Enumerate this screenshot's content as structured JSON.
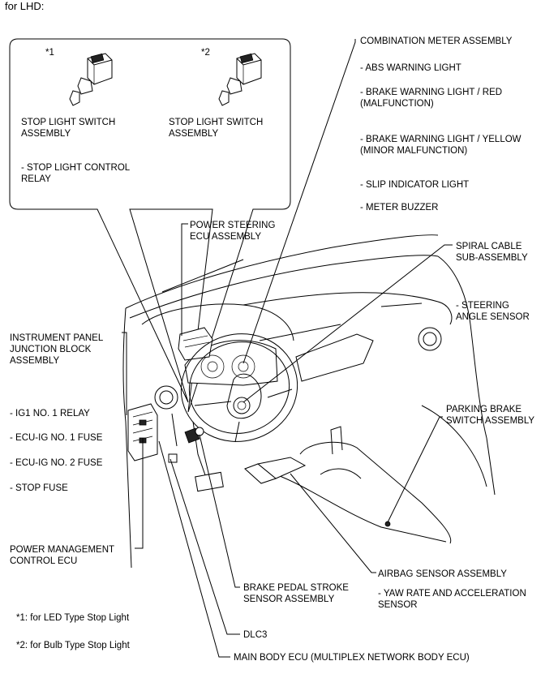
{
  "header": "for LHD:",
  "inset": {
    "marker1": "*1",
    "marker2": "*2",
    "switch1_label": "STOP LIGHT SWITCH\nASSEMBLY",
    "switch2_label": "STOP LIGHT SWITCH\nASSEMBLY",
    "relay_label": "- STOP LIGHT CONTROL\nRELAY"
  },
  "labels": {
    "combination_meter": "COMBINATION METER ASSEMBLY",
    "abs_warning": "- ABS WARNING LIGHT",
    "brake_red": "- BRAKE WARNING LIGHT / RED\n(MALFUNCTION)",
    "brake_yellow": "- BRAKE WARNING LIGHT / YELLOW\n(MINOR MALFUNCTION)",
    "slip_indicator": "- SLIP INDICATOR LIGHT",
    "meter_buzzer": "- METER BUZZER",
    "power_steering": "POWER STEERING\nECU ASSEMBLY",
    "spiral_cable": "SPIRAL CABLE\nSUB-ASSEMBLY",
    "steering_angle": "- STEERING\nANGLE SENSOR",
    "instrument_panel": "INSTRUMENT PANEL\nJUNCTION BLOCK\nASSEMBLY",
    "ig1_relay": "- IG1 NO. 1 RELAY",
    "ecu_ig1": "- ECU-IG NO. 1 FUSE",
    "ecu_ig2": "- ECU-IG NO. 2 FUSE",
    "stop_fuse": "- STOP FUSE",
    "parking_brake": "PARKING BRAKE\nSWITCH ASSEMBLY",
    "power_mgmt": "POWER MANAGEMENT\nCONTROL ECU",
    "airbag": "AIRBAG SENSOR ASSEMBLY",
    "yaw_rate": "- YAW RATE AND ACCELERATION\nSENSOR",
    "brake_pedal": "BRAKE PEDAL STROKE\nSENSOR ASSEMBLY",
    "dlc3": "DLC3",
    "main_body": "MAIN BODY ECU (MULTIPLEX NETWORK BODY ECU)"
  },
  "footnotes": {
    "note1": "*1: for LED Type Stop Light",
    "note2": "*2: for Bulb Type Stop Light"
  }
}
